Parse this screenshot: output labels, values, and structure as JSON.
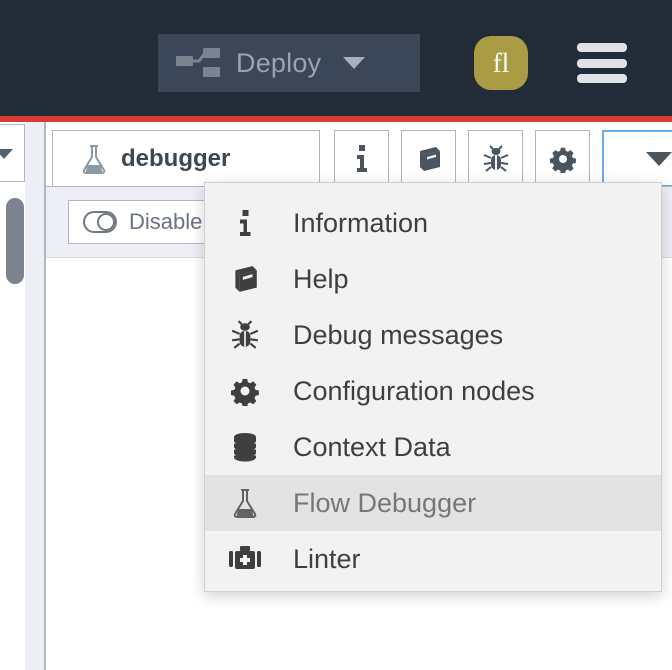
{
  "header": {
    "background_color": "#222b38",
    "accent_bar_color": "#d93b33",
    "deploy": {
      "label": "Deploy",
      "icon": "deploy-nodes-icon",
      "caret_icon": "chevron-down-icon",
      "disabled": true
    },
    "avatar": {
      "initials": "fl",
      "color": "#a99c45"
    },
    "menu_button": {
      "icon": "hamburger-menu-icon"
    }
  },
  "left_panel": {
    "partial_button_icon": "chevron-down-icon",
    "scrollbar": "vertical-scrollbar-thumb"
  },
  "tabstrip": {
    "active_tab": {
      "label": "debugger",
      "icon": "flask-icon"
    },
    "tools": [
      {
        "name": "information",
        "icon": "info-icon",
        "active": false
      },
      {
        "name": "help",
        "icon": "book-icon",
        "active": false
      },
      {
        "name": "debug-messages",
        "icon": "bug-icon",
        "active": false
      },
      {
        "name": "configuration-nodes",
        "icon": "gear-icon",
        "active": false
      },
      {
        "name": "more-options",
        "icon": "chevron-down-icon",
        "active": true
      }
    ]
  },
  "editor_toolbar": {
    "disable_button": {
      "label": "Disable",
      "icon": "toggle-off-icon"
    }
  },
  "dropdown_menu": {
    "background_color": "#f2f2f2",
    "selected_background_color": "#e3e3e3",
    "items": [
      {
        "label": "Information",
        "icon": "info-icon",
        "selected": false
      },
      {
        "label": "Help",
        "icon": "book-icon",
        "selected": false
      },
      {
        "label": "Debug messages",
        "icon": "bug-icon",
        "selected": false
      },
      {
        "label": "Configuration nodes",
        "icon": "gear-icon",
        "selected": false
      },
      {
        "label": "Context Data",
        "icon": "database-icon",
        "selected": false
      },
      {
        "label": "Flow Debugger",
        "icon": "flask-icon",
        "selected": true
      },
      {
        "label": "Linter",
        "icon": "first-aid-kit-icon",
        "selected": false
      }
    ]
  }
}
